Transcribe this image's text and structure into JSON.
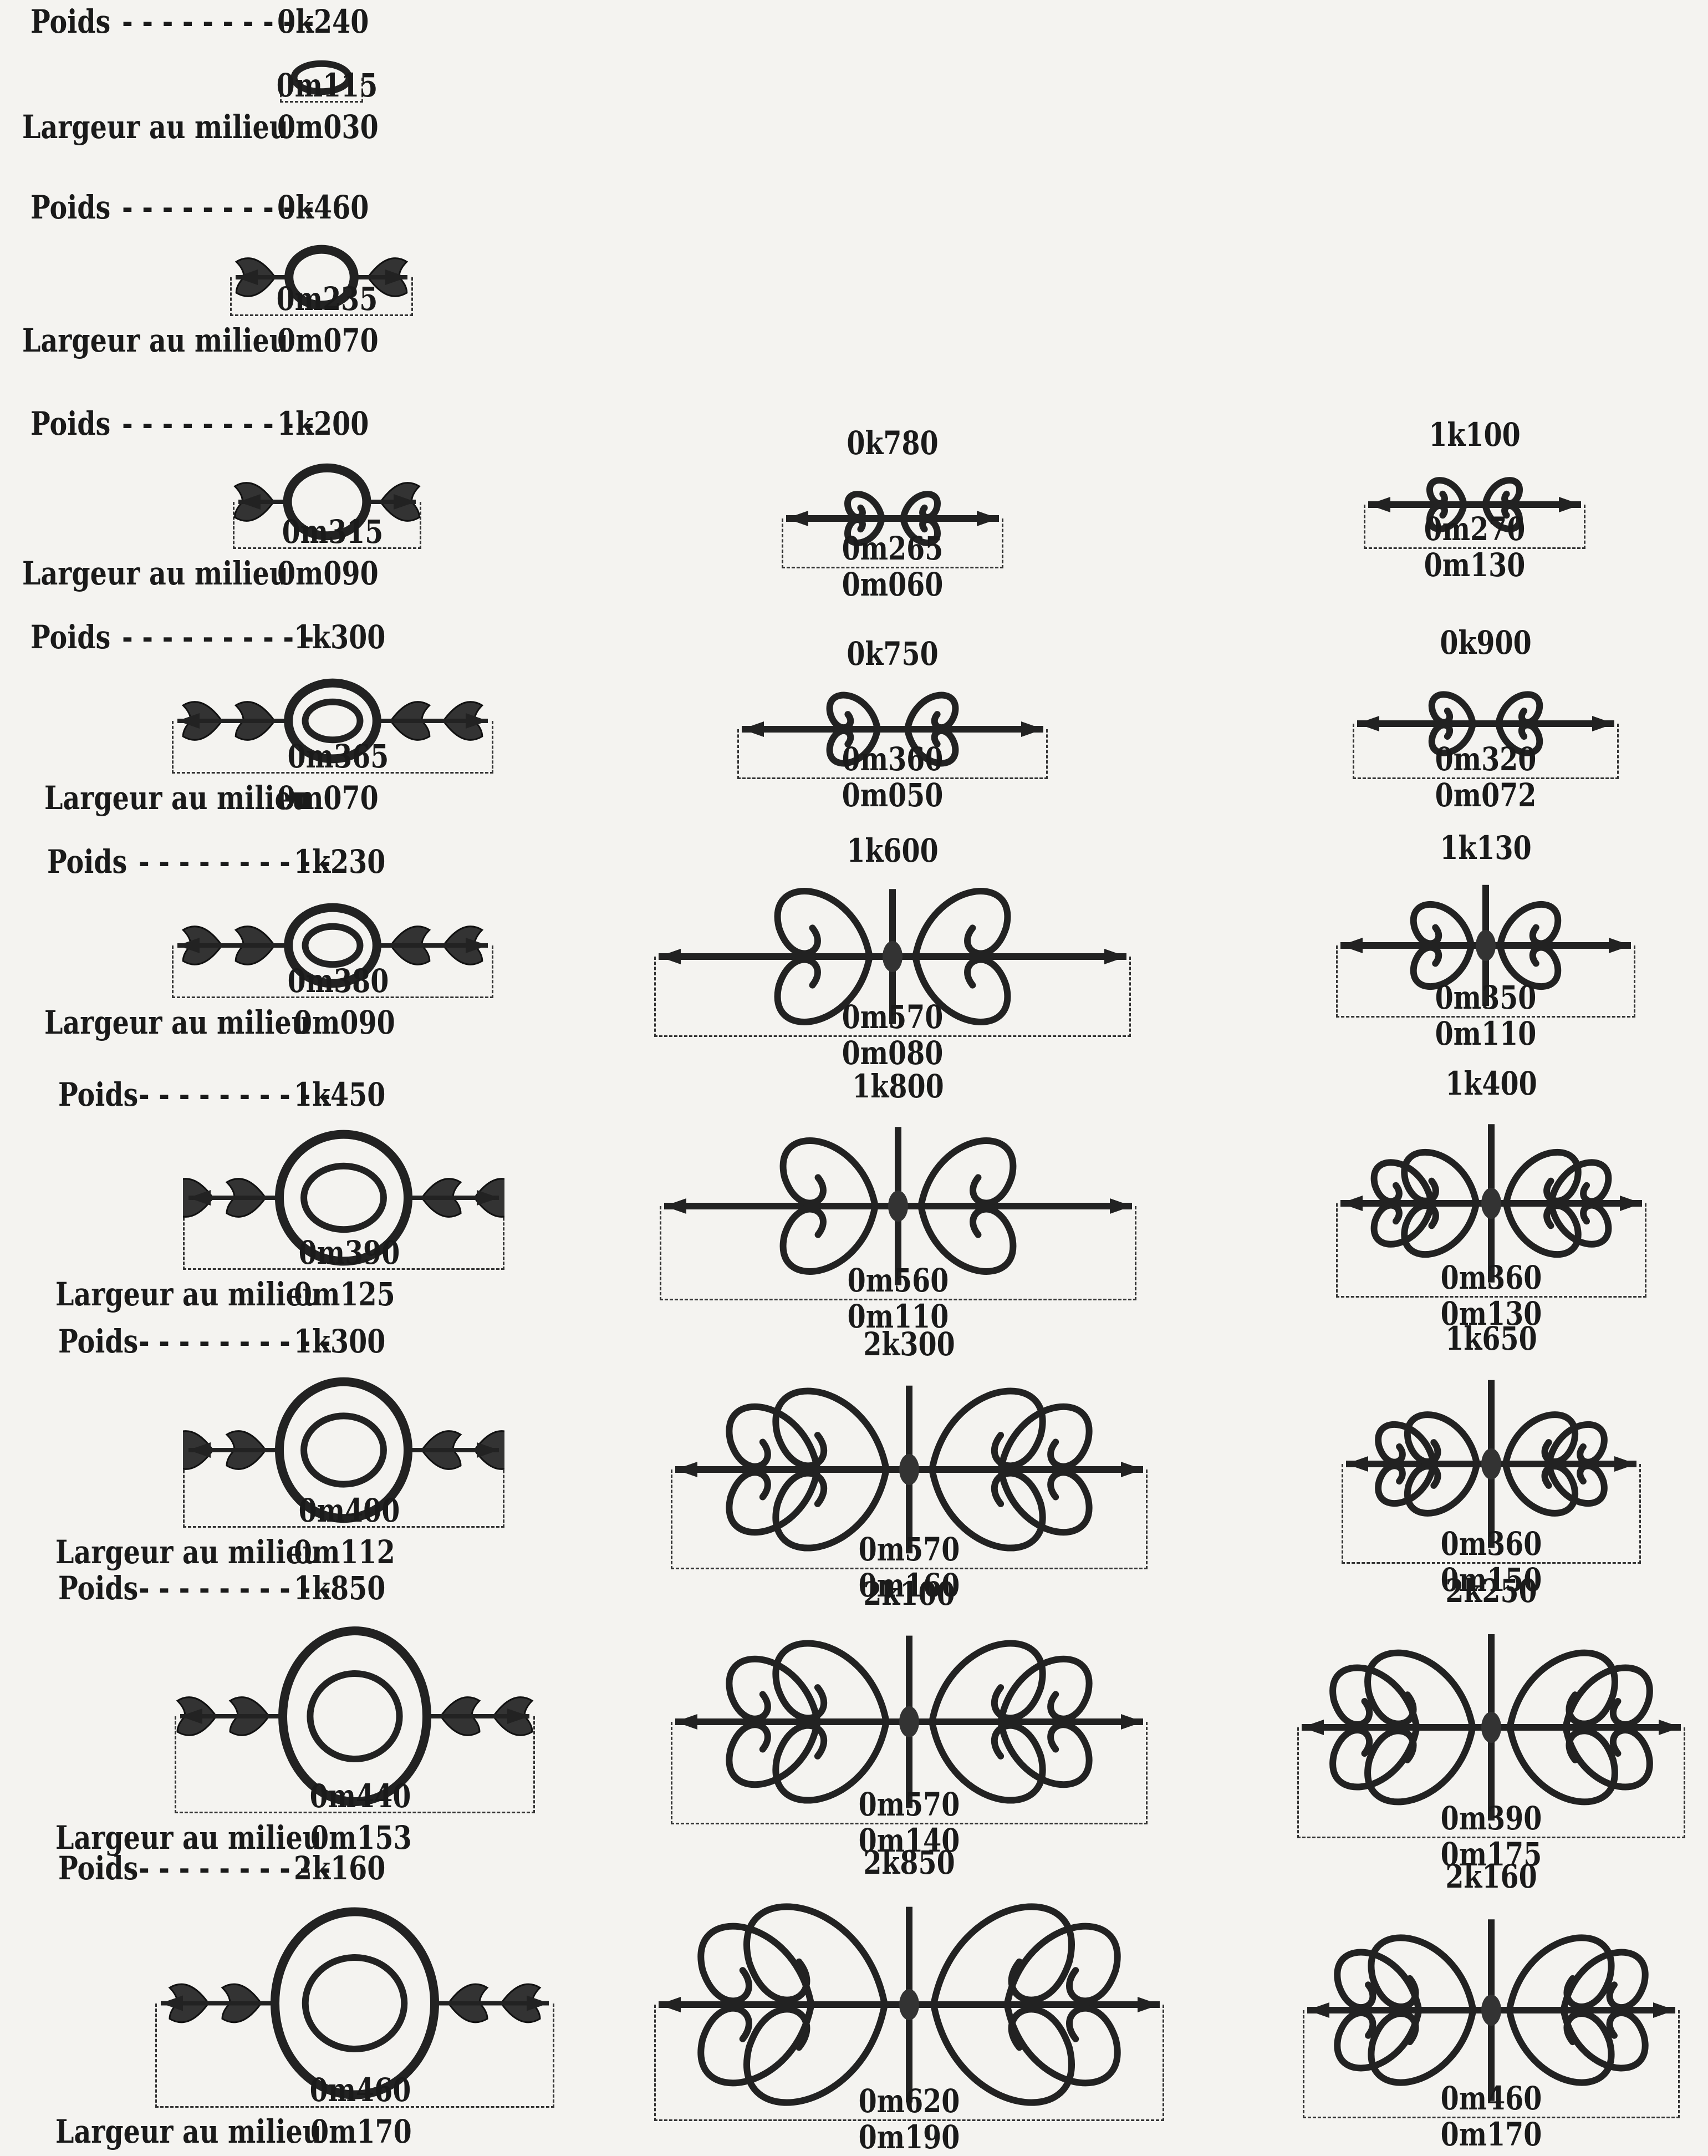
{
  "col1": [
    {
      "poids_label": "Poids",
      "weight": "0k240",
      "length": "0m115",
      "largeur_label": "Largeur au milieu",
      "width": "0m030"
    },
    {
      "poids_label": "Poids",
      "weight": "0k460",
      "length": "0m235",
      "largeur_label": "Largeur au milieu",
      "width": "0m070"
    },
    {
      "poids_label": "Poids",
      "weight": "1k200",
      "length": "0m315",
      "largeur_label": "Largeur au milieu",
      "width": "0m090"
    },
    {
      "poids_label": "Poids",
      "weight": "1k300",
      "length": "0m365",
      "largeur_label": "Largeur au milieu",
      "width": "0m070"
    },
    {
      "poids_label": "Poids",
      "weight": "1k230",
      "length": "0m380",
      "largeur_label": "Largeur au milieu",
      "width": "0m090"
    },
    {
      "poids_label": "Poids",
      "weight": "1k450",
      "length": "0m390",
      "largeur_label": "Largeur au milieu",
      "width": "0m125"
    },
    {
      "poids_label": "Poids",
      "weight": "1k300",
      "length": "0m400",
      "largeur_label": "Largeur au milieu",
      "width": "0m112"
    },
    {
      "poids_label": "Poids",
      "weight": "1k850",
      "length": "0m440",
      "largeur_label": "Largeur au milieu",
      "width": "0m153"
    },
    {
      "poids_label": "Poids",
      "weight": "2k160",
      "length": "0m460",
      "largeur_label": "Largeur au milieu",
      "width": "0m170"
    }
  ],
  "col2": [
    {
      "weight": "0k780",
      "length": "0m265",
      "width": "0m060"
    },
    {
      "weight": "0k750",
      "length": "0m360",
      "width": "0m050"
    },
    {
      "weight": "1k600",
      "length": "0m570",
      "width": "0m080"
    },
    {
      "weight": "1k800",
      "length": "0m560",
      "width": "0m110"
    },
    {
      "weight": "2k300",
      "length": "0m570",
      "width": "0m160"
    },
    {
      "weight": "2k100",
      "length": "0m570",
      "width": "0m140"
    },
    {
      "weight": "2k850",
      "length": "0m620",
      "width": "0m190"
    }
  ],
  "col3": [
    {
      "weight": "1k100",
      "length": "0m270",
      "width": "0m130"
    },
    {
      "weight": "0k900",
      "length": "0m320",
      "width": "0m072"
    },
    {
      "weight": "1k130",
      "length": "0m350",
      "width": "0m110"
    },
    {
      "weight": "1k400",
      "length": "0m360",
      "width": "0m130"
    },
    {
      "weight": "1k650",
      "length": "0m360",
      "width": "0m150"
    },
    {
      "weight": "2k250",
      "length": "0m390",
      "width": "0m175"
    },
    {
      "weight": "2k160",
      "length": "0m460",
      "width": "0m170"
    }
  ]
}
